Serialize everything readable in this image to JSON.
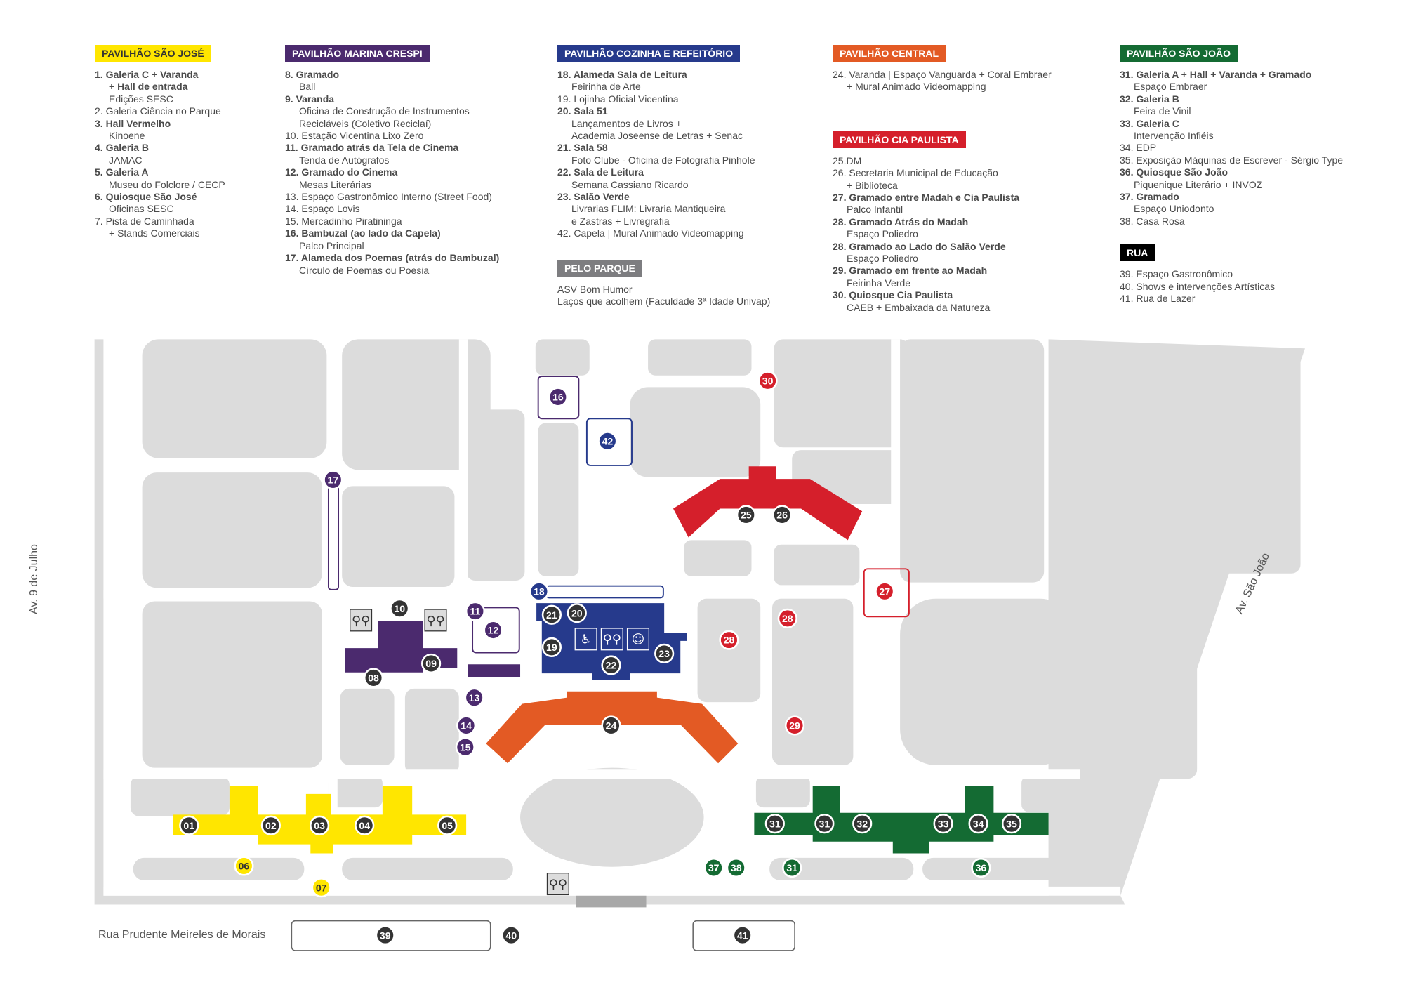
{
  "colors": {
    "sao_jose": "#ffe600",
    "marina_crespi": "#4b2a6e",
    "cozinha": "#263a8c",
    "central": "#e35a24",
    "cia_paulista": "#d51f2b",
    "sao_joao": "#146b33",
    "pelo_parque": "#7d7d80",
    "rua": "#000000",
    "ground": "#dcdcdc",
    "marker_dark": "#333333"
  },
  "legend": [
    {
      "key": "sao_jose",
      "sections": [
        {
          "title": "PAVILHÃO SÃO JOSÉ",
          "color": "#ffe600",
          "text_color": "#333333",
          "lines": [
            {
              "t": "1. Galeria C + Varanda",
              "b": true
            },
            {
              "t": "+ Hall de entrada",
              "b": true,
              "i": true
            },
            {
              "t": "Edições SESC",
              "i": true
            },
            {
              "t": "2. Galeria Ciência no Parque"
            },
            {
              "t": "3. Hall Vermelho",
              "b": true
            },
            {
              "t": "Kinoene",
              "i": true
            },
            {
              "t": "4. Galeria B",
              "b": true
            },
            {
              "t": "JAMAC",
              "i": true
            },
            {
              "t": "5. Galeria A",
              "b": true
            },
            {
              "t": "Museu do Folclore / CECP",
              "i": true
            },
            {
              "t": "6. Quiosque São José",
              "b": true
            },
            {
              "t": "Oficinas SESC",
              "i": true
            },
            {
              "t": "7. Pista de Caminhada"
            },
            {
              "t": "+ Stands Comerciais",
              "i": true
            }
          ]
        }
      ]
    },
    {
      "key": "marina_crespi",
      "sections": [
        {
          "title": "PAVILHÃO MARINA CRESPI",
          "color": "#4b2a6e",
          "text_color": "#ffffff",
          "lines": [
            {
              "t": "8. Gramado",
              "b": true
            },
            {
              "t": "Ball",
              "i": true
            },
            {
              "t": "9. Varanda",
              "b": true
            },
            {
              "t": "Oficina de Construção de Instrumentos",
              "i": true
            },
            {
              "t": "Recicláveis (Coletivo Reciclaí)",
              "i": true
            },
            {
              "t": "10. Estação Vicentina Lixo Zero"
            },
            {
              "t": "11. Gramado atrás da Tela de Cinema",
              "b": true
            },
            {
              "t": "Tenda de Autógrafos",
              "i": true
            },
            {
              "t": "12. Gramado do Cinema",
              "b": true
            },
            {
              "t": "Mesas Literárias",
              "i": true
            },
            {
              "t": "13. Espaço Gastronômico Interno (Street Food)"
            },
            {
              "t": "14. Espaço Lovis"
            },
            {
              "t": "15. Mercadinho Piratininga"
            },
            {
              "t": "16. Bambuzal (ao lado da Capela)",
              "b": true
            },
            {
              "t": "Palco Principal",
              "i": true
            },
            {
              "t": "17. Alameda dos Poemas (atrás do Bambuzal)",
              "b": true
            },
            {
              "t": "Círculo de Poemas ou Poesia",
              "i": true
            }
          ]
        }
      ]
    },
    {
      "key": "cozinha",
      "sections": [
        {
          "title": "PAVILHÃO COZINHA E REFEITÓRIO",
          "color": "#263a8c",
          "text_color": "#ffffff",
          "lines": [
            {
              "t": "18. Alameda Sala de Leitura",
              "b": true
            },
            {
              "t": "Feirinha de Arte",
              "i": true
            },
            {
              "t": "19. Lojinha Oficial Vicentina"
            },
            {
              "t": "20. Sala 51",
              "b": true
            },
            {
              "t": "Lançamentos de Livros +",
              "i": true
            },
            {
              "t": "Academia Joseense de Letras + Senac",
              "i": true
            },
            {
              "t": "21. Sala 58",
              "b": true
            },
            {
              "t": "Foto Clube - Oficina de Fotografia  Pinhole",
              "i": true
            },
            {
              "t": "22. Sala de Leitura",
              "b": true
            },
            {
              "t": "Semana Cassiano Ricardo",
              "i": true
            },
            {
              "t": "23. Salão Verde",
              "b": true
            },
            {
              "t": "Livrarias FLIM: Livraria Mantiqueira",
              "i": true
            },
            {
              "t": "e Zastras  +  Livregrafia",
              "i": true
            },
            {
              "t": "42. Capela |  Mural Animado Videomapping"
            }
          ]
        },
        {
          "title": "PELO PARQUE",
          "color": "#7d7d80",
          "text_color": "#ffffff",
          "lines": [
            {
              "t": "ASV Bom Humor"
            },
            {
              "t": "Laços que acolhem (Faculdade 3ª Idade Univap)"
            }
          ]
        }
      ]
    },
    {
      "key": "central",
      "sections": [
        {
          "title": "PAVILHÃO CENTRAL",
          "color": "#e35a24",
          "text_color": "#ffffff",
          "lines": [
            {
              "t": "24. Varanda |  Espaço Vanguarda + Coral Embraer"
            },
            {
              "t": "+ Mural Animado Videomapping",
              "i": true
            }
          ]
        },
        {
          "title": "PAVILHÃO CIA PAULISTA",
          "color": "#d51f2b",
          "text_color": "#ffffff",
          "lines": [
            {
              "t": "25.DM"
            },
            {
              "t": "26. Secretaria Municipal de Educação"
            },
            {
              "t": "+ Biblioteca",
              "i": true
            },
            {
              "t": "27. Gramado entre Madah e Cia Paulista",
              "b": true
            },
            {
              "t": "Palco Infantil",
              "i": true
            },
            {
              "t": "28. Gramado Atrás do Madah",
              "b": true
            },
            {
              "t": "Espaço Poliedro",
              "i": true
            },
            {
              "t": "28. Gramado ao Lado do Salão Verde",
              "b": true
            },
            {
              "t": "Espaço Poliedro",
              "i": true
            },
            {
              "t": "29. Gramado em frente ao Madah",
              "b": true
            },
            {
              "t": "Feirinha Verde",
              "i": true
            },
            {
              "t": "30. Quiosque Cia Paulista",
              "b": true
            },
            {
              "t": "CAEB + Embaixada da Natureza",
              "i": true
            }
          ]
        }
      ]
    },
    {
      "key": "sao_joao",
      "sections": [
        {
          "title": "PAVILHÃO SÃO JOÃO",
          "color": "#146b33",
          "text_color": "#ffffff",
          "lines": [
            {
              "t": "31. Galeria A + Hall + Varanda + Gramado",
              "b": true
            },
            {
              "t": "Espaço Embraer",
              "i": true
            },
            {
              "t": "32. Galeria B",
              "b": true
            },
            {
              "t": "Feira de Vinil",
              "i": true
            },
            {
              "t": "33. Galeria C",
              "b": true
            },
            {
              "t": "Intervenção Infiéis",
              "i": true
            },
            {
              "t": "34. EDP"
            },
            {
              "t": "35. Exposição Máquinas de Escrever - Sérgio Type"
            },
            {
              "t": "36. Quiosque São João",
              "b": true
            },
            {
              "t": "Piquenique Literário + INVOZ",
              "i": true
            },
            {
              "t": "37. Gramado",
              "b": true
            },
            {
              "t": "Espaço Uniodonto",
              "i": true
            },
            {
              "t": "38. Casa Rosa"
            }
          ]
        },
        {
          "title": "RUA",
          "color": "#000000",
          "text_color": "#ffffff",
          "lines": [
            {
              "t": "39. Espaço Gastronômico"
            },
            {
              "t": "40. Shows e intervenções Artísticas"
            },
            {
              "t": "41. Rua de Lazer"
            }
          ]
        }
      ]
    }
  ],
  "streets": {
    "left": "Av. 9 de Julho",
    "right": "Av. São João",
    "bottom": "Rua Prudente Meireles de Morais"
  },
  "markers": [
    {
      "label": "01",
      "style": "dark"
    },
    {
      "label": "02",
      "style": "dark"
    },
    {
      "label": "03",
      "style": "dark"
    },
    {
      "label": "04",
      "style": "dark"
    },
    {
      "label": "05",
      "style": "dark"
    },
    {
      "label": "06",
      "style": "yellow"
    },
    {
      "label": "07",
      "style": "yellow"
    },
    {
      "label": "08",
      "style": "dark"
    },
    {
      "label": "09",
      "style": "dark"
    },
    {
      "label": "10",
      "style": "dark"
    },
    {
      "label": "11",
      "style": "purple"
    },
    {
      "label": "12",
      "style": "purple"
    },
    {
      "label": "13",
      "style": "purple"
    },
    {
      "label": "14",
      "style": "purple"
    },
    {
      "label": "15",
      "style": "purple"
    },
    {
      "label": "16",
      "style": "purple"
    },
    {
      "label": "17",
      "style": "purple"
    },
    {
      "label": "18",
      "style": "blue"
    },
    {
      "label": "42",
      "style": "blue"
    },
    {
      "label": "19",
      "style": "dark"
    },
    {
      "label": "20",
      "style": "dark"
    },
    {
      "label": "21",
      "style": "dark"
    },
    {
      "label": "22",
      "style": "dark"
    },
    {
      "label": "23",
      "style": "dark"
    },
    {
      "label": "24",
      "style": "dark"
    },
    {
      "label": "25",
      "style": "dark"
    },
    {
      "label": "26",
      "style": "dark"
    },
    {
      "label": "27",
      "style": "red"
    },
    {
      "label": "28",
      "style": "red"
    },
    {
      "label": "28",
      "style": "red"
    },
    {
      "label": "29",
      "style": "red"
    },
    {
      "label": "30",
      "style": "red"
    },
    {
      "label": "31",
      "style": "dark"
    },
    {
      "label": "31",
      "style": "dark"
    },
    {
      "label": "32",
      "style": "dark"
    },
    {
      "label": "33",
      "style": "dark"
    },
    {
      "label": "34",
      "style": "dark"
    },
    {
      "label": "35",
      "style": "dark"
    },
    {
      "label": "31",
      "style": "green"
    },
    {
      "label": "36",
      "style": "green"
    },
    {
      "label": "37",
      "style": "green"
    },
    {
      "label": "38",
      "style": "green"
    },
    {
      "label": "39",
      "style": "dark"
    },
    {
      "label": "40",
      "style": "dark"
    },
    {
      "label": "41",
      "style": "dark"
    }
  ],
  "icons": [
    "restroom-icon",
    "restroom-icon",
    "restroom-icon",
    "wheelchair-icon",
    "restroom-icon",
    "baby-changing-icon"
  ]
}
